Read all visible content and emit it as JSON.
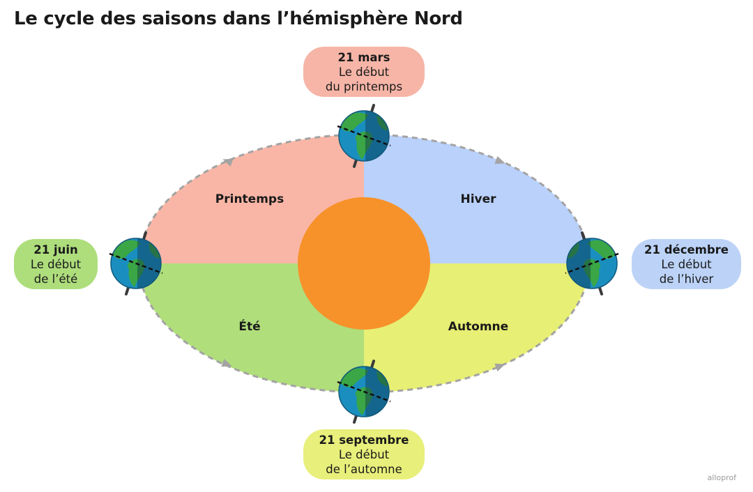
{
  "title": "Le cycle des saisons dans l’hémisphère Nord",
  "seasons": {
    "printemps": "Printemps",
    "hiver": "Hiver",
    "ete": "Été",
    "automne": "Automne"
  },
  "milestones": {
    "spring": {
      "date": "21 mars",
      "line1": "Le début",
      "line2": "du printemps"
    },
    "summer": {
      "date": "21 juin",
      "line1": "Le début",
      "line2": "de l’été"
    },
    "winter": {
      "date": "21 décembre",
      "line1": "Le début",
      "line2": "de l’hiver"
    },
    "autumn": {
      "date": "21 septembre",
      "line1": "Le début",
      "line2": "de l’automne"
    }
  },
  "colors": {
    "spring": "#f9b6a6",
    "winter": "#b9d1fb",
    "summer": "#b0de7b",
    "autumn": "#e7ef74",
    "sun": "#f7922a",
    "orbit": "#a3a3a3",
    "ocean": "#1a8fbf",
    "land": "#3aa646"
  },
  "credit": "alloprof"
}
